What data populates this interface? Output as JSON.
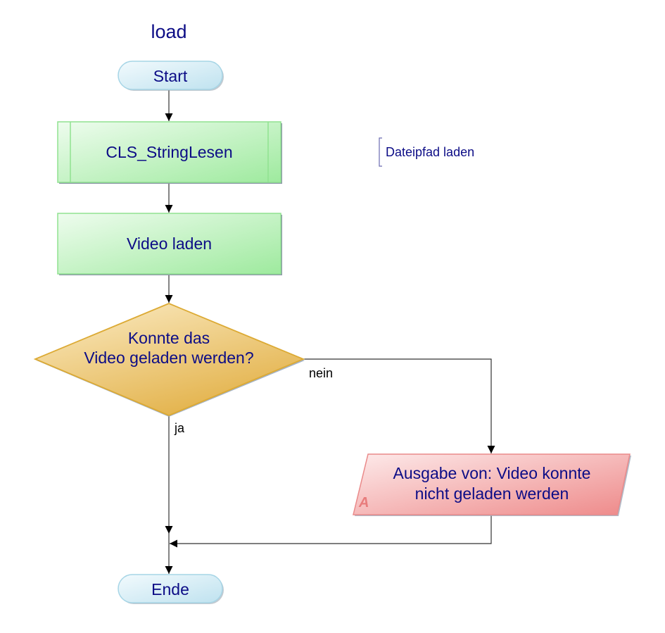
{
  "diagram": {
    "title": "load",
    "nodes": {
      "start": {
        "label": "Start",
        "shape": "terminator"
      },
      "subroutine": {
        "label": "CLS_StringLesen",
        "shape": "predefined-process"
      },
      "comment": {
        "label": "Dateipfad laden",
        "attached_to": "subroutine"
      },
      "process": {
        "label": "Video laden",
        "shape": "process"
      },
      "decision": {
        "line1": "Konnte das",
        "line2": "Video geladen werden?",
        "shape": "decision"
      },
      "output": {
        "line1": "Ausgabe von: Video konnte",
        "line2": "nicht geladen werden",
        "marker": "A",
        "shape": "output"
      },
      "end": {
        "label": "Ende",
        "shape": "terminator"
      }
    },
    "edges": {
      "yes_label": "ja",
      "no_label": "nein"
    },
    "colors": {
      "text": "#0c0c86",
      "terminator_fill": "#d3ecf5",
      "terminator_stroke": "#9fd0e3",
      "process_fill": "#b4efb4",
      "process_stroke": "#8fe28f",
      "decision_fill": "#efcf7e",
      "decision_stroke": "#dba632",
      "output_fill": "#f3a5a5",
      "output_stroke": "#ea8a8a",
      "connector": "#333333"
    }
  }
}
